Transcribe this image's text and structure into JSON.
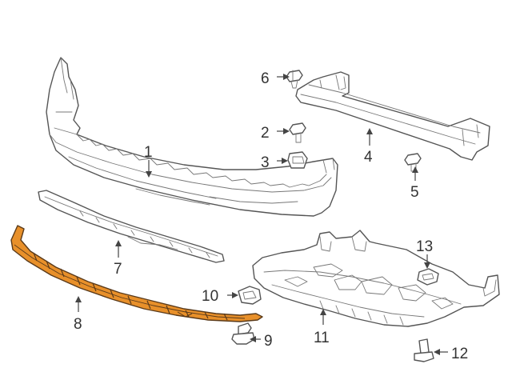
{
  "colors": {
    "line": "#555555",
    "highlight_fill": "#e8902a",
    "highlight_stroke": "#5a3a1a",
    "label": "#333333"
  },
  "callouts": {
    "c1": "1",
    "c2": "2",
    "c3": "3",
    "c4": "4",
    "c5": "5",
    "c6": "6",
    "c7": "7",
    "c8": "8",
    "c9": "9",
    "c10": "10",
    "c11": "11",
    "c12": "12",
    "c13": "13"
  },
  "highlighted_part": "8"
}
